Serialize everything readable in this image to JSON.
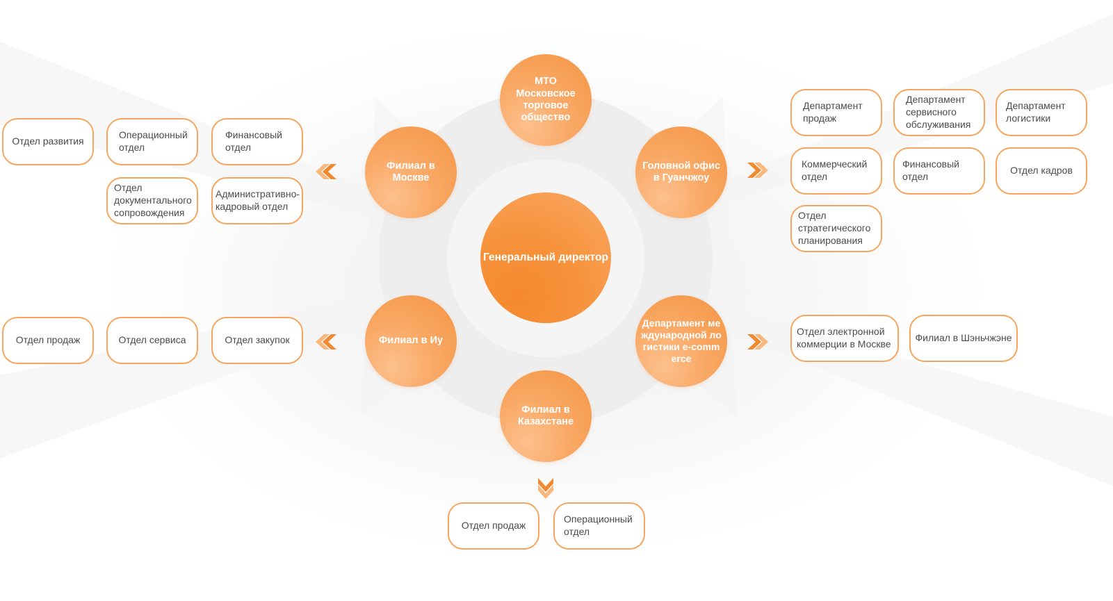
{
  "center": {
    "label": "Генеральный директор"
  },
  "nodes": {
    "mto": "МТО Московское торговое общество",
    "moscow": "Филиал в Москве",
    "guangzhou": "Головной офис в Гуанчжоу",
    "yiwu": "Филиал в Иу",
    "logistics": "Департамент международной логистики e-commerce",
    "kazakhstan": "Филиал в Казахстане"
  },
  "moscow_departments": [
    "Отдел развития",
    "Операционный отдел",
    "Финансовый отдел",
    "Отдел документального сопровождения",
    "Административно-кадровый отдел"
  ],
  "guangzhou_departments": [
    "Департамент продаж",
    "Департамент сервисного обслуживания",
    "Департамент логистики",
    "Коммерческий отдел",
    "Финансовый отдел",
    "Отдел кадров",
    "Отдел стратегического планирования"
  ],
  "yiwu_departments": [
    "Отдел продаж",
    "Отдел сервиса",
    "Отдел закупок"
  ],
  "logistics_departments": [
    "Отдел электронной коммерции в Москве",
    "Филиал в Шэньчжэне"
  ],
  "kazakhstan_departments": [
    "Отдел продаж",
    "Операционный отдел"
  ],
  "colors": {
    "accent": "#f7a55d",
    "center_fill": "#f5882c",
    "node_fill": "#f9a864",
    "box_text": "#4b4b4b",
    "arrow": "#f08a30"
  },
  "icons": [
    "double-chevron-left-icon",
    "double-chevron-right-icon",
    "double-chevron-down-icon"
  ]
}
